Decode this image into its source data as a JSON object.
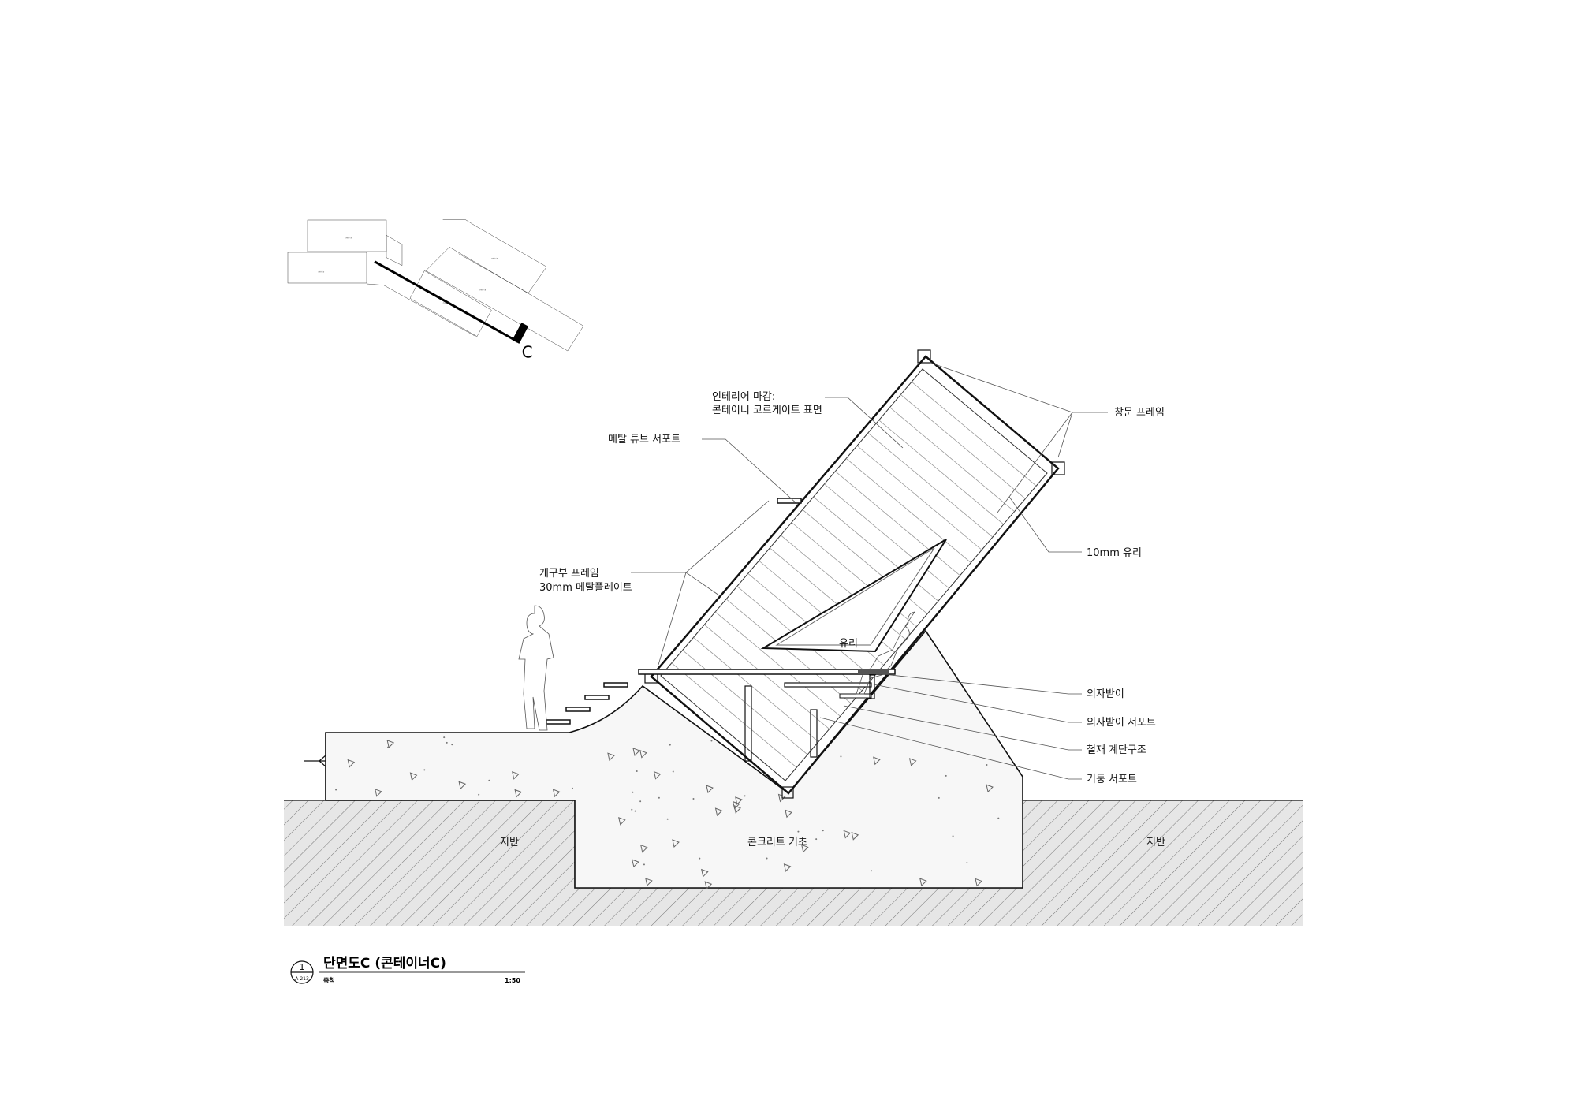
{
  "key_plan": {
    "containers": [
      "콘테이너 E",
      "콘테이너 D",
      "콘테이너 A",
      "콘테이너 B",
      "콘테이너 C"
    ],
    "section_marker": "C"
  },
  "labels": {
    "interior_finish_1": "인테리어 마감:",
    "interior_finish_2": "콘테이너 코르게이트 표면",
    "metal_tube_support": "메탈 튜브 서포트",
    "window_frame": "창문 프레임",
    "glass_10mm": "10mm 유리",
    "opening_frame_1": "개구부 프레임",
    "opening_frame_2": "30mm 메탈플레이트",
    "glass": "유리",
    "seat_rest": "의자받이",
    "seat_rest_support": "의자받이 서포트",
    "steel_stair": "철재 계단구조",
    "column_support": "기둥 서포트",
    "concrete_foundation": "콘크리트 기초",
    "ground_left": "지반",
    "ground_right": "지반"
  },
  "title_block": {
    "number": "1",
    "sheet": "A-213",
    "title": "단면도C (콘테이너C)",
    "scale_label": "축척",
    "scale_value": "1:50"
  }
}
